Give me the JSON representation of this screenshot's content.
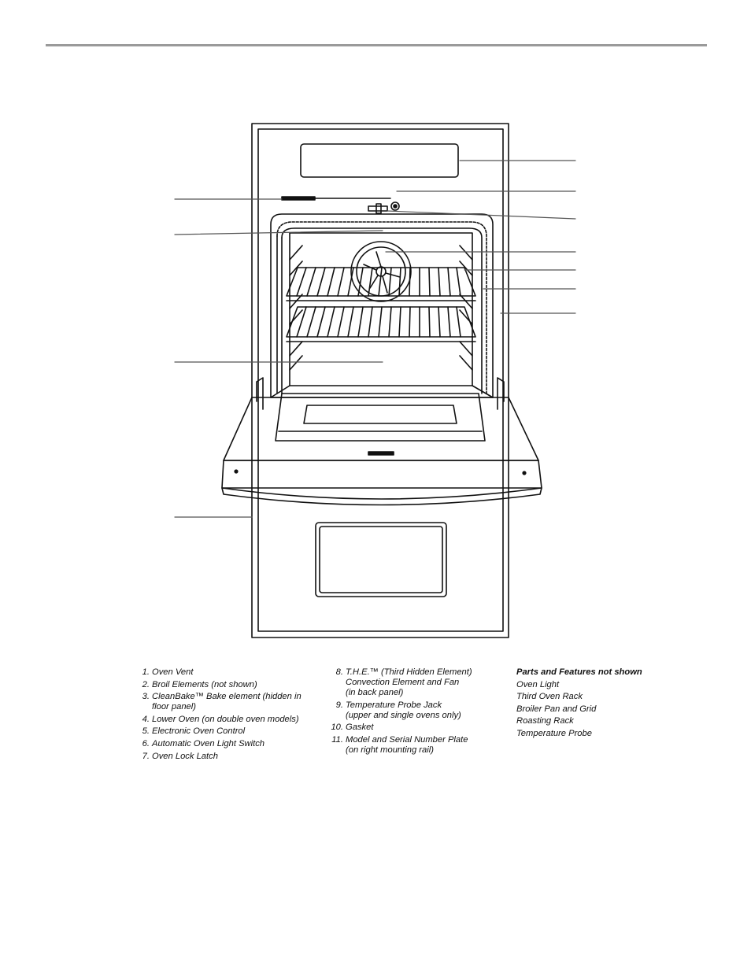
{
  "legend": {
    "column1": [
      {
        "num": "1.",
        "text": "Oven Vent"
      },
      {
        "num": "2.",
        "text": "Broil Elements (not shown)"
      },
      {
        "num": "3.",
        "text": "CleanBake™ Bake element (hidden in\nfloor panel)"
      },
      {
        "num": "4.",
        "text": "Lower Oven (on double oven models)"
      },
      {
        "num": "5.",
        "text": "Electronic Oven Control"
      },
      {
        "num": "6.",
        "text": "Automatic Oven Light Switch"
      },
      {
        "num": "7.",
        "text": "Oven Lock Latch"
      }
    ],
    "column2": [
      {
        "num": "8.",
        "text": "T.H.E.™ (Third Hidden Element)\nConvection Element and Fan\n(in back panel)"
      },
      {
        "num": "9.",
        "text": "Temperature Probe Jack\n(upper and single ovens only)"
      },
      {
        "num": "10.",
        "text": "Gasket"
      },
      {
        "num": "11.",
        "text": "Model and Serial Number Plate\n(on right mounting rail)"
      }
    ],
    "not_shown": {
      "heading": "Parts and Features not shown",
      "items": [
        "Oven Light",
        "Third Oven Rack",
        "Broiler Pan and Grid",
        "Roasting Rack",
        "Temperature Probe"
      ]
    }
  }
}
